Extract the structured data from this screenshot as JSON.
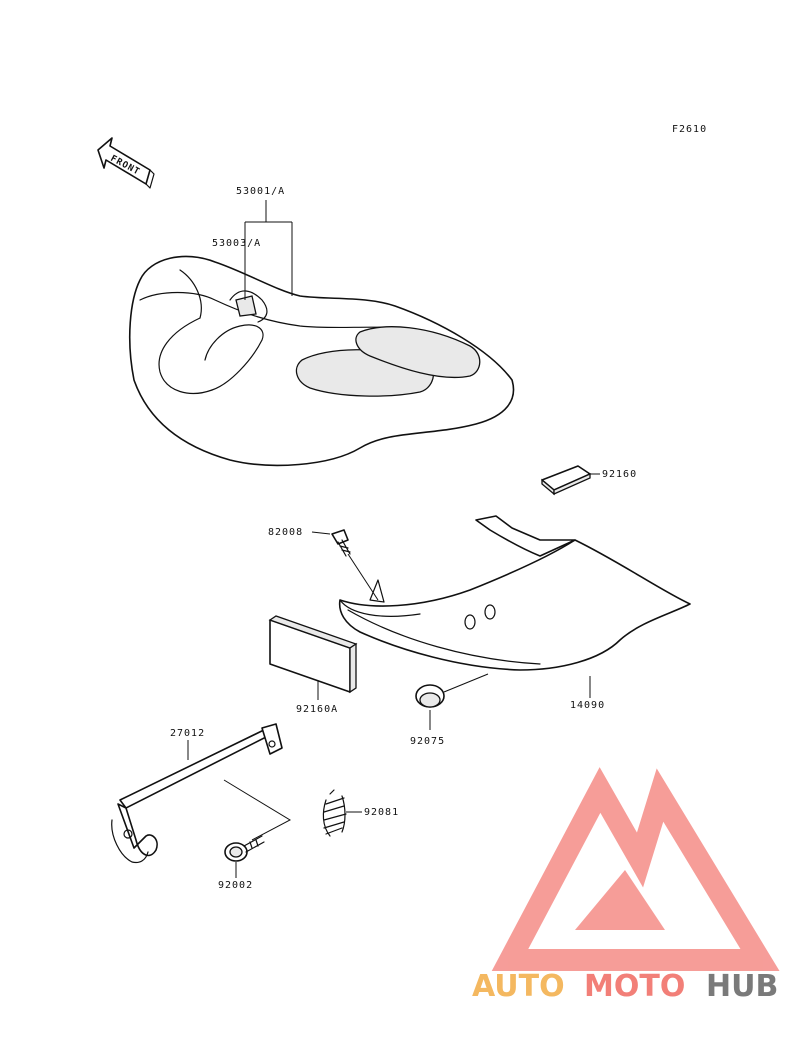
{
  "diagram": {
    "ref_code": "F2610",
    "front_label": "FRONT",
    "parts": [
      {
        "id": "seat",
        "number": "53001/A"
      },
      {
        "id": "seat-cover",
        "number": "53003/A"
      },
      {
        "id": "pad-small",
        "number": "92160"
      },
      {
        "id": "bolt-top",
        "number": "82008"
      },
      {
        "id": "cowl",
        "number": "14090"
      },
      {
        "id": "pad-large",
        "number": "92160A"
      },
      {
        "id": "grommet",
        "number": "92075"
      },
      {
        "id": "seat-lock-bar",
        "number": "27012"
      },
      {
        "id": "spring",
        "number": "92081"
      },
      {
        "id": "bolt-bottom",
        "number": "92002"
      }
    ]
  },
  "watermark": {
    "parts": [
      "AUTO",
      "MOTO",
      "HUB"
    ],
    "colors": {
      "auto": "#f4b860",
      "moto": "#f27f78",
      "hub": "#7a7a7a",
      "emblem": "#f58c87"
    }
  }
}
